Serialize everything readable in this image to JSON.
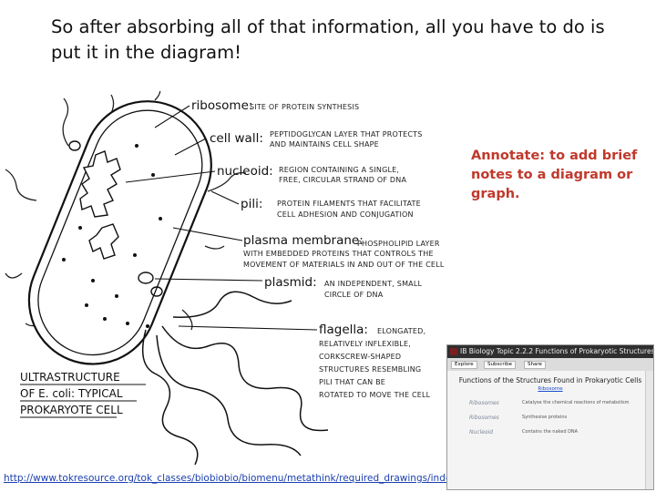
{
  "slide": {
    "title": "So after absorbing all of that information, all you have to do is put it in the diagram!",
    "annotate_note": "Annotate: to add brief notes to a diagram or graph.",
    "credit_link": "http://www.tokresource.org/tok_classes/biobiobio/biomenu/metathink/required_drawings/index.htm"
  },
  "diagram": {
    "caption_lines": [
      "ULTRASTRUCTURE",
      "OF E. coli: TYPICAL",
      "PROKARYOTE CELL"
    ],
    "labels": [
      {
        "name": "ribosome:",
        "desc": [
          "SITE OF PROTEIN SYNTHESIS"
        ]
      },
      {
        "name": "cell wall:",
        "desc": [
          "PEPTIDOGLYCAN LAYER THAT PROTECTS",
          "AND MAINTAINS CELL SHAPE"
        ]
      },
      {
        "name": "nucleoid:",
        "desc": [
          "REGION CONTAINING A SINGLE,",
          "FREE, CIRCULAR STRAND OF DNA"
        ]
      },
      {
        "name": "pili:",
        "desc": [
          "PROTEIN FILAMENTS THAT FACILITATE",
          "CELL ADHESION AND CONJUGATION"
        ]
      },
      {
        "name": "plasma membrane:",
        "desc": [
          "PHOSPHOLIPID LAYER",
          "WITH EMBEDDED PROTEINS THAT CONTROLS THE",
          "MOVEMENT OF MATERIALS IN AND OUT OF THE CELL"
        ]
      },
      {
        "name": "plasmid:",
        "desc": [
          "AN INDEPENDENT, SMALL",
          "CIRCLE OF DNA"
        ]
      },
      {
        "name": "flagella:",
        "desc": [
          "ELONGATED,",
          "RELATIVELY INFLEXIBLE,",
          "CORKSCREW-SHAPED",
          "STRUCTURES RESEMBLING",
          "PILI THAT CAN BE",
          "ROTATED TO MOVE THE CELL"
        ]
      }
    ]
  },
  "video_thumb": {
    "bar_title": "IB Biology Topic 2.2.2 Functions of Prokaryotic Structures",
    "buttons": [
      "Explore",
      "Subscribe",
      "Share"
    ],
    "heading": "Functions of the Structures Found in Prokaryotic Cells",
    "sub": "Ribosome",
    "rows": [
      {
        "hand": "Ribosomes",
        "desc": "Catalyse the chemical reactions of metabolism"
      },
      {
        "hand": "Ribosomes",
        "desc": "Synthesise proteins"
      },
      {
        "hand": "Nucleoid",
        "desc": "Contains the naked DNA"
      }
    ]
  }
}
